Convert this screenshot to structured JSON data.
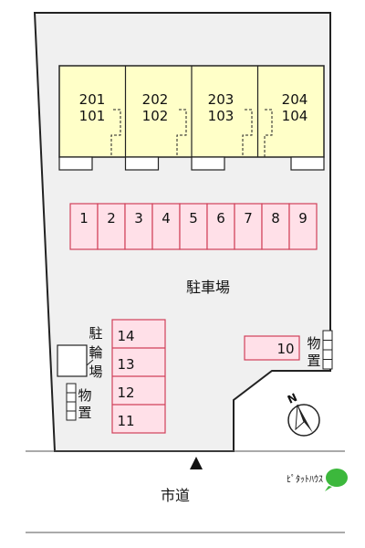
{
  "units": [
    {
      "upper": "201",
      "lower": "101"
    },
    {
      "upper": "202",
      "lower": "102"
    },
    {
      "upper": "203",
      "lower": "103"
    },
    {
      "upper": "204",
      "lower": "104"
    }
  ],
  "parking_spaces": [
    "1",
    "2",
    "3",
    "4",
    "5",
    "6",
    "7",
    "8",
    "9"
  ],
  "parking_lot_label": "駐車場",
  "extra_space": "10",
  "bicycle_spaces": [
    "14",
    "13",
    "12",
    "11"
  ],
  "bicycle_area_label": [
    "駐",
    "輪",
    "場"
  ],
  "storage_label": [
    "物",
    "置"
  ],
  "road_label": "市道",
  "compass_label": "N",
  "brand_label": "ﾋﾟﾀｯﾄﾊｳｽ",
  "colors": {
    "building_fill": "#ffffc8",
    "parking_fill": "#ffe0e8",
    "parking_stroke": "#d0405a",
    "brand_green": "#3cb83c",
    "lot_fill": "#f0f0f0"
  }
}
